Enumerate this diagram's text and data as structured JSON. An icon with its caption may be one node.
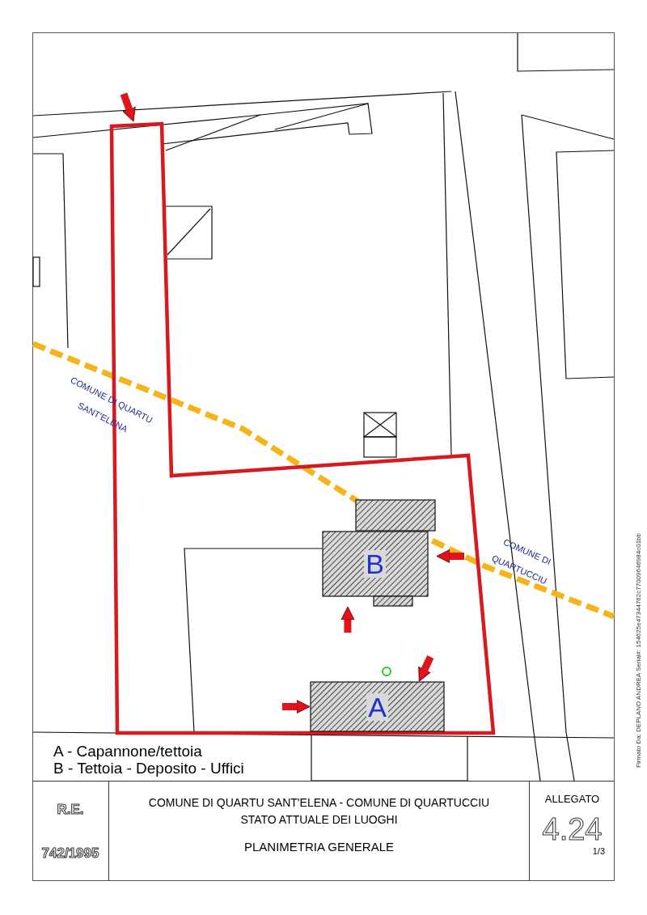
{
  "diagram": {
    "nodes": [
      {
        "text": [],
        "shape": "polygon"
      },
      {
        "text": [
          "B"
        ],
        "in": 0
      },
      {
        "text": [
          "A"
        ],
        "in": 0
      }
    ],
    "edges": [
      {
        "from": null,
        "to": 0,
        "arrow": "to"
      },
      {
        "from": null,
        "to": 1,
        "arrow": "to"
      },
      {
        "from": null,
        "to": 1,
        "arrow": "to"
      },
      {
        "from": null,
        "to": 2,
        "arrow": "to"
      },
      {
        "from": null,
        "to": 2,
        "arrow": "to"
      }
    ],
    "labels": [
      "COMUNE DI QUARTU SANT'ELENA",
      "COMUNE DI QUARTUCCIU",
      "A - Capannone/tettoia",
      "B - Tettoia - Deposito - Uffici",
      "R.E.",
      "742/1995",
      "COMUNE DI QUARTU SANT'ELENA - COMUNE DI QUARTUCCIU",
      "STATO ATTUALE DEI LUOGHI",
      "PLANIMETRIA GENERALE",
      "ALLEGATO",
      "4.24",
      "1/3",
      "Firmato Da: DEPLANO ANDREA Serial#: 154625e47344762c77009646984c01bb"
    ]
  }
}
